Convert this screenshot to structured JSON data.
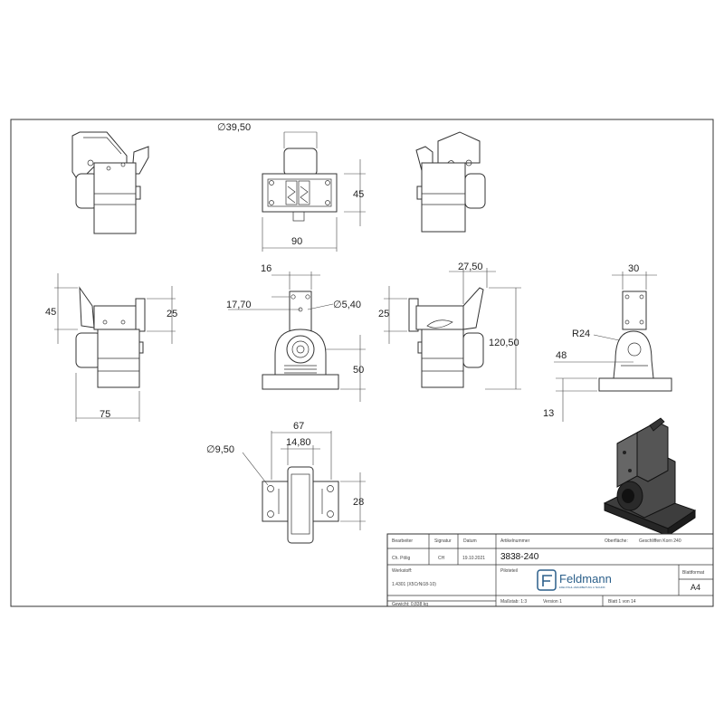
{
  "dimensions": {
    "top_dia": "∅39,50",
    "top_height": "45",
    "top_width": "90",
    "left_45": "45",
    "left_25": "25",
    "left_75": "75",
    "front_16": "16",
    "front_1770": "17,70",
    "front_dia540": "∅5,40",
    "front_50": "50",
    "right_2750": "27,50",
    "right_25": "25",
    "right_12050": "120,50",
    "side_30": "30",
    "side_r24": "R24",
    "side_48": "48",
    "side_13": "13",
    "bottom_67": "67",
    "bottom_1480": "14,80",
    "bottom_dia950": "∅9,50",
    "bottom_28": "28"
  },
  "title_block": {
    "col_bearbeiter": "Bearbeiter",
    "col_signatur": "Signatur",
    "col_datum": "Datum",
    "col_artikelnummer": "Artikelnummer",
    "col_oberflaeche": "Oberfläche:",
    "oberflaeche_value": "Geschliffen Korn 240",
    "bearbeiter": "Ch. Pölig",
    "signatur": "CH",
    "datum": "19.10.2021",
    "artikelnummer": "3838-240",
    "werkstoff_label": "Werkstoff:",
    "werkstoff_value": "1.4301 (X5CrNi18-10)",
    "pilotieteil": "Piloteteil",
    "company": "Feldmann",
    "company_sub": "EDELSTAHL-VERARBEITUNG & TECHNIK",
    "blattformat_label": "Blattformat",
    "blattformat_value": "A4",
    "gewicht": "Gewicht: 0,838 kg",
    "massstab": "Maßstab: 1:3",
    "version": "Version 1",
    "blatt": "Blatt 1 von 14"
  }
}
